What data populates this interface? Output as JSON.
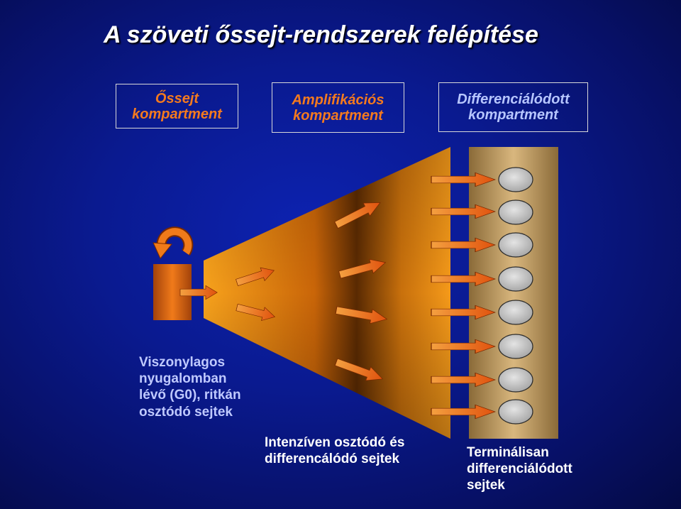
{
  "title": "A szöveti őssejt-rendszerek felépítése",
  "compartments": {
    "stem": {
      "line1": "Őssejt",
      "line2": "kompartment"
    },
    "amplifying": {
      "line1": "Amplifikációs",
      "line2": "kompartment"
    },
    "differentiated": {
      "line1": "Differenciálódott",
      "line2": "kompartment"
    }
  },
  "labels": {
    "quiescent": [
      "Viszonylagos",
      "nyugalomban",
      "lévő (G0), ritkán",
      "osztódó sejtek"
    ],
    "dividing": [
      "Intenzíven osztódó és",
      "differencálódó sejtek"
    ],
    "terminal": [
      "Terminálisan",
      "differenciálódott",
      "sejtek"
    ]
  },
  "colors": {
    "background": "#0a1a90",
    "accent_orange": "#f47a1e",
    "light_blue_text": "#b7c6ff",
    "cell_gray": "#c8c8c8"
  },
  "icons": {
    "self_renewal": "circular-arrow-icon",
    "arrows": "arrow-right-icon",
    "cells": "ellipse-cell"
  }
}
